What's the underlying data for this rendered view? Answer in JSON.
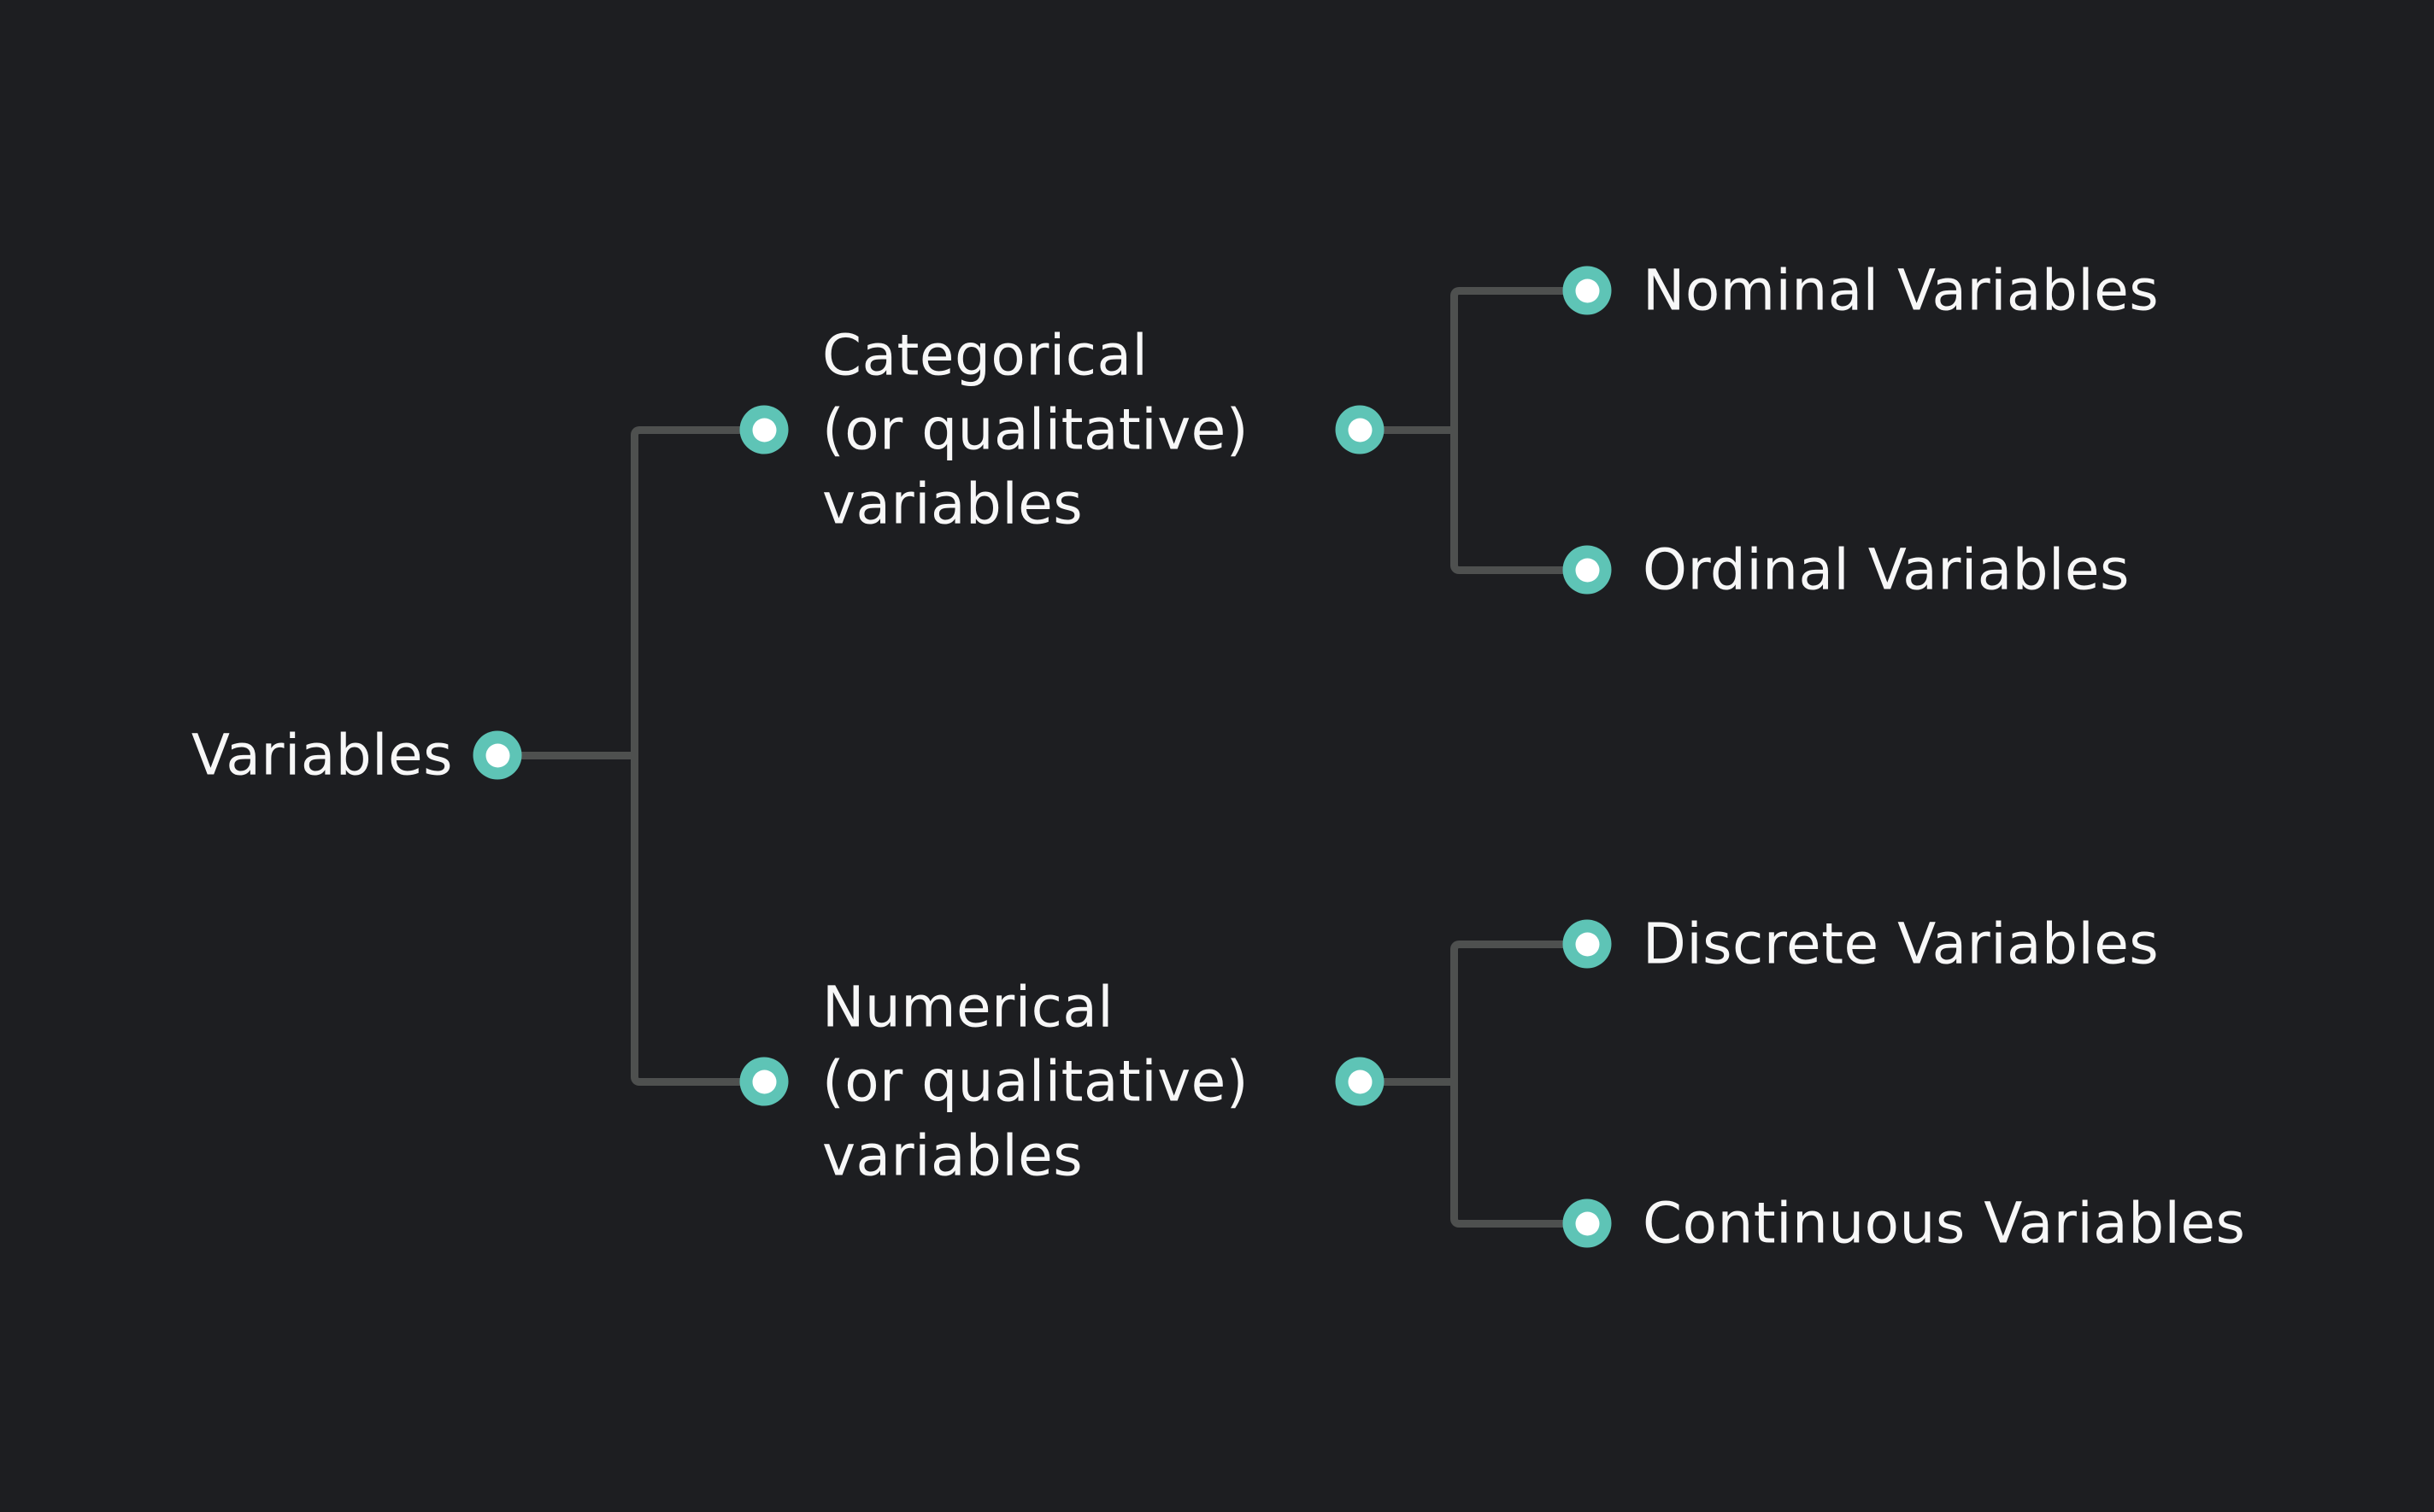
{
  "diagram": {
    "root": {
      "label": "Variables"
    },
    "branches": [
      {
        "label_lines": [
          "Categorical",
          "(or qualitative)",
          "variables"
        ],
        "children": [
          {
            "label": "Nominal Variables"
          },
          {
            "label": "Ordinal Variables"
          }
        ]
      },
      {
        "label_lines": [
          "Numerical",
          "(or qualitative)",
          "variables"
        ],
        "children": [
          {
            "label": "Discrete Variables"
          },
          {
            "label": "Continuous Variables"
          }
        ]
      }
    ],
    "colors": {
      "background": "#1D1E21",
      "line": "#4E504F",
      "node_dot": "#5EC4B6",
      "node_dot_center": "#FFFFFF",
      "text": "#F7F7F7"
    }
  }
}
